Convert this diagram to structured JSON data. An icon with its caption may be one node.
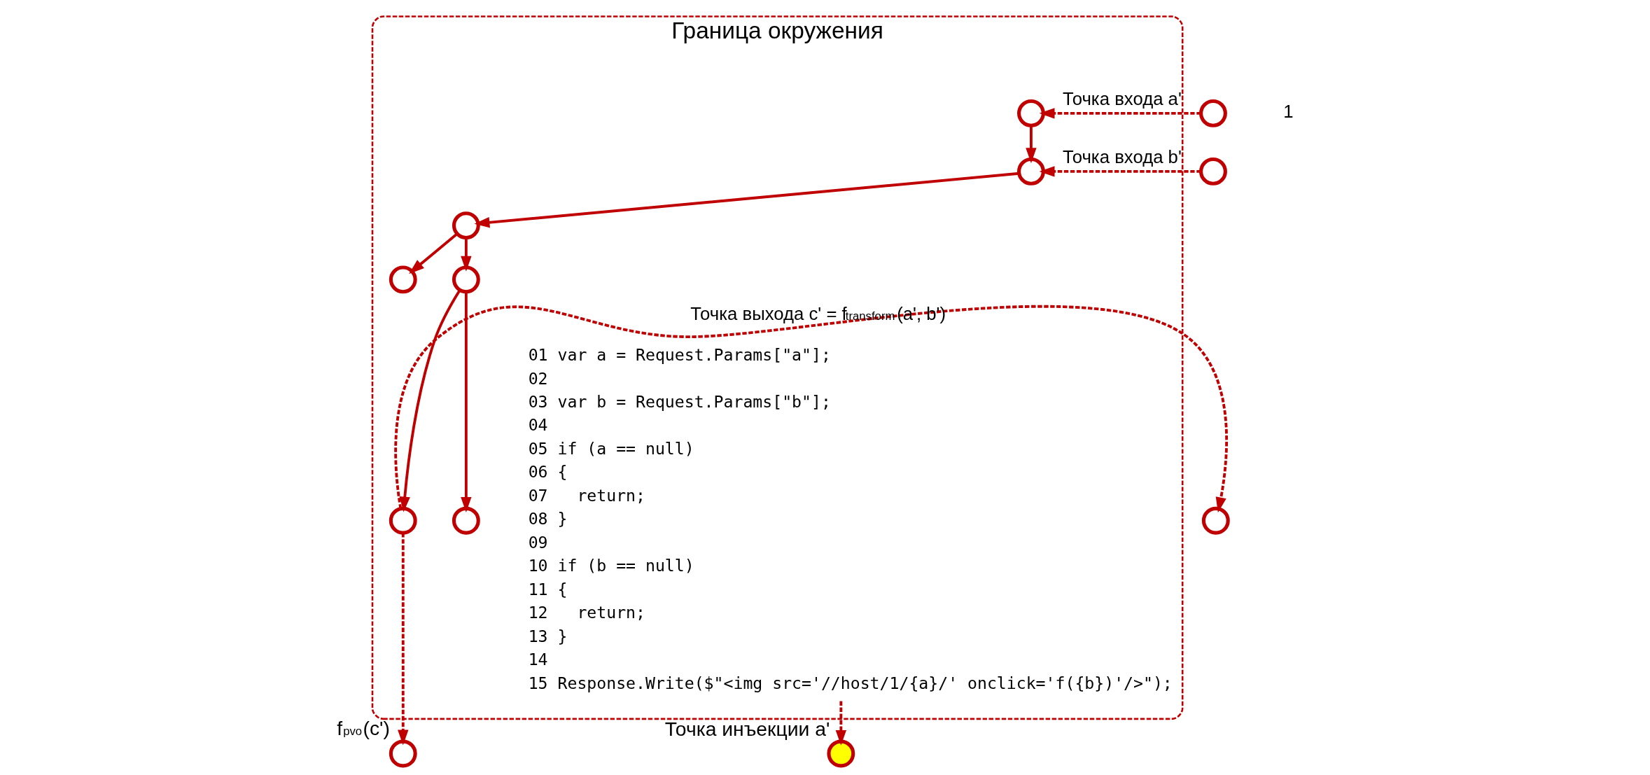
{
  "diagram": {
    "nodes": [
      {
        "text": [
          "Граница окружения"
        ]
      },
      {
        "text": [],
        "shape": "circle"
      },
      {
        "text": [],
        "shape": "circle"
      },
      {
        "text": [],
        "shape": "circle",
        "in": 0
      },
      {
        "text": [],
        "shape": "circle",
        "in": 0
      },
      {
        "text": [],
        "shape": "circle",
        "in": 0
      },
      {
        "text": [],
        "shape": "circle",
        "in": 0
      },
      {
        "text": [],
        "shape": "circle",
        "in": 0
      },
      {
        "text": [],
        "shape": "circle",
        "in": 0
      },
      {
        "text": [],
        "shape": "circle",
        "in": 0
      },
      {
        "text": [],
        "shape": "circle"
      },
      {
        "text": [],
        "shape": "circle",
        "beside": [
          "f$_{pvo}$(c')"
        ]
      },
      {
        "text": [
          "01 var a = Request.Params[\"a\"];",
          "02",
          "03 var b = Request.Params[\"b\"];",
          "04",
          "05 if (a == null)",
          "06 {",
          "07   return;",
          "08 }",
          "09",
          "10 if (b == null)",
          "11 {",
          "12   return;",
          "13 }",
          "14",
          "15 Response.Write($\"<img src='//host/1/{a}/' onclick='f({b})'/>\");"
        ],
        "in": 0
      },
      {
        "text": [],
        "shape": "circle",
        "beside": [
          "Точка инъекции a'"
        ]
      }
    ],
    "edges": [
      {
        "from": 1,
        "to": 3,
        "arrow": "to",
        "style": "dashed",
        "label": "Точка входа a'"
      },
      {
        "from": 2,
        "to": 4,
        "arrow": "to",
        "style": "dashed",
        "label": "Точка входа b'"
      },
      {
        "from": 3,
        "to": 4,
        "arrow": "to"
      },
      {
        "from": 4,
        "to": 5,
        "arrow": "to"
      },
      {
        "from": 5,
        "to": 6,
        "arrow": "to"
      },
      {
        "from": 5,
        "to": 7,
        "arrow": "to"
      },
      {
        "from": 7,
        "to": 8,
        "arrow": "to"
      },
      {
        "from": 7,
        "to": 9,
        "arrow": "to"
      },
      {
        "from": 9,
        "to": 10,
        "arrow": "to",
        "style": "dashed",
        "label": "Точка выхода c' = f$_{transform}$(a', b')"
      },
      {
        "from": 9,
        "to": 11,
        "arrow": "to",
        "style": "dashed"
      },
      {
        "from": 12,
        "to": 13,
        "arrow": "to",
        "style": "dashed"
      }
    ],
    "labels": [
      "1"
    ]
  }
}
